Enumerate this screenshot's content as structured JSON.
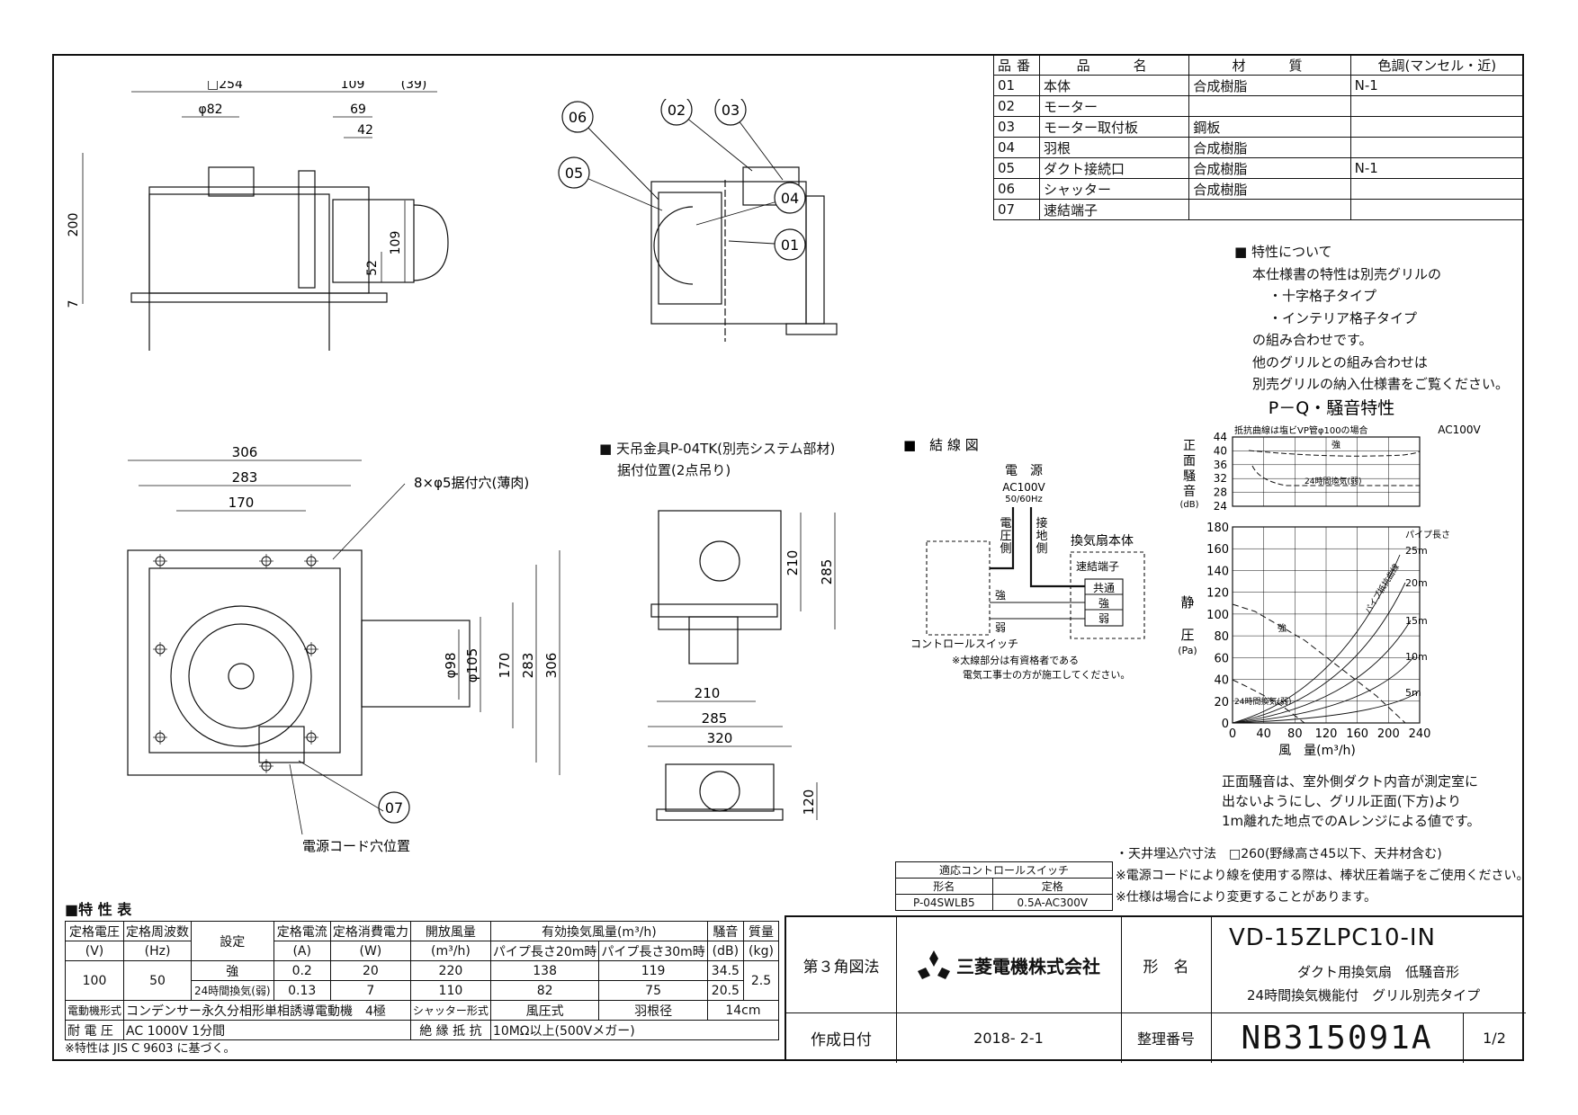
{
  "parts_table": {
    "headers": [
      "品番",
      "品　　名",
      "材　　質",
      "色調(マンセル・近)"
    ],
    "rows": [
      [
        "01",
        "本体",
        "合成樹脂",
        "N-1"
      ],
      [
        "02",
        "モーター",
        "",
        ""
      ],
      [
        "03",
        "モーター取付板",
        "鋼板",
        ""
      ],
      [
        "04",
        "羽根",
        "合成樹脂",
        ""
      ],
      [
        "05",
        "ダクト接続口",
        "合成樹脂",
        "N-1"
      ],
      [
        "06",
        "シャッター",
        "合成樹脂",
        ""
      ],
      [
        "07",
        "速結端子",
        "",
        ""
      ]
    ]
  },
  "characteristics_note": {
    "title": "■ 特性について",
    "lines": [
      "本仕様書の特性は別売グリルの",
      "・十字格子タイプ",
      "・インテリア格子タイプ",
      "の組み合わせです。",
      "他のグリルとの組み合わせは",
      "別売グリルの納入仕様書をご覧ください。"
    ]
  },
  "pq_chart": {
    "title": "P－Q・騒音特性",
    "subtitle": "抵抗曲線は塩ビVP管φ100の場合",
    "power": "AC100V",
    "noise_ylabel": [
      "正",
      "面",
      "騒",
      "音",
      "(dB)"
    ],
    "noise_ticks": [
      "44",
      "40",
      "36",
      "32",
      "28",
      "24"
    ],
    "pressure_ylabel": [
      "静",
      "圧",
      "(Pa)"
    ],
    "pressure_ticks": [
      "180",
      "160",
      "140",
      "120",
      "100",
      "80",
      "60",
      "40",
      "20",
      "0"
    ],
    "x_ticks": [
      "0",
      "40",
      "80",
      "120",
      "160",
      "200",
      "240"
    ],
    "xlabel": "風　量(m³/h)",
    "label_strong": "強",
    "label_24h": "24時間換気(弱)",
    "pipe_label": "パイプ長さ",
    "pipe_lengths": [
      "25m",
      "20m",
      "15m",
      "10m",
      "5m"
    ],
    "resistance_label": "パイプ抵抗曲線"
  },
  "noise_note": [
    "正面騒音は、室外側ダクト内音が測定室に",
    "出ないようにし、グリル正面(下方)より",
    "1m離れた地点でのAレンジによる値です。"
  ],
  "drawing_labels": {
    "top_view_dims": [
      "□254",
      "109",
      "(39)",
      "φ82",
      "69",
      "42",
      "200",
      "109",
      "52",
      "7"
    ],
    "part_callouts": [
      "06",
      "02",
      "03",
      "05",
      "04",
      "01",
      "07"
    ],
    "plan_dims": [
      "306",
      "283",
      "170",
      "φ98",
      "φ105",
      "170",
      "283",
      "306"
    ],
    "mount_holes": "8×φ5据付穴(薄肉)",
    "cord_hole": "電源コード穴位置",
    "bracket_title": "■ 天吊金具P-04TK(別売システム部材)",
    "bracket_sub": "据付位置(2点吊り)",
    "bracket_dims": [
      "210",
      "285",
      "210",
      "285",
      "320",
      "120"
    ],
    "wiring_title": "■　結 線 図",
    "wiring_power": "電　源",
    "wiring_voltage": "AC100V",
    "wiring_freq": "50/60Hz",
    "wiring_side1": [
      "電",
      "圧",
      "側"
    ],
    "wiring_side2": [
      "接",
      "地",
      "側"
    ],
    "wiring_body": "換気扇本体",
    "wiring_terminal": "速結端子",
    "wiring_terms": [
      "共通",
      "強",
      "弱"
    ],
    "wiring_strong": "強",
    "wiring_weak": "弱",
    "wiring_switch": "コントロールスイッチ",
    "wiring_note1": "※太線部分は有資格者である",
    "wiring_note2": "電気工事士の方が施工してください。"
  },
  "install_notes": [
    "・天井埋込穴寸法　□260(野縁高さ45以下、天井材含む)",
    "※電源コードにより線を使用する際は、棒状圧着端子をご使用ください。",
    "※仕様は場合により変更することがあります。"
  ],
  "control_switch": {
    "title": "適応コントロールスイッチ",
    "col_model": "形名",
    "col_rating": "定格",
    "model": "P-04SWLB5",
    "rating": "0.5A-AC300V"
  },
  "perf_table": {
    "title": "■特 性 表",
    "h_voltage": "定格電圧",
    "h_voltage_u": "(V)",
    "h_freq": "定格周波数",
    "h_freq_u": "(Hz)",
    "h_setting": "設定",
    "h_current": "定格電流",
    "h_current_u": "(A)",
    "h_power": "定格消費電力",
    "h_power_u": "(W)",
    "h_open": "開放風量",
    "h_open_u": "(m³/h)",
    "h_eff": "有効換気風量(m³/h)",
    "h_eff20": "パイプ長さ20m時",
    "h_eff30": "パイプ長さ30m時",
    "h_noise": "騒音",
    "h_noise_u": "(dB)",
    "h_mass": "質量",
    "h_mass_u": "(kg)",
    "voltage": "100",
    "freq": "50",
    "rows": [
      {
        "setting": "強",
        "current": "0.2",
        "power": "20",
        "open": "220",
        "eff20": "138",
        "eff30": "119",
        "noise": "34.5"
      },
      {
        "setting": "24時間換気(弱)",
        "current": "0.13",
        "power": "7",
        "open": "110",
        "eff20": "82",
        "eff30": "75",
        "noise": "20.5"
      }
    ],
    "mass": "2.5",
    "motor_label": "電動機形式",
    "motor_value": "コンデンサー永久分相形単相誘導電動機　4極",
    "shutter_label": "シャッター形式",
    "shutter_value": "風圧式",
    "blade_label": "羽根径",
    "blade_value": "14cm",
    "withstand_label": "耐 電 圧",
    "withstand_value": "AC 1000V 1分間",
    "insulation_label": "絶 縁 抵 抗",
    "insulation_value": "10MΩ以上(500Vメガー)",
    "footnote": "※特性は JIS C 9603 に基づく。"
  },
  "title_block": {
    "projection": "第３角図法",
    "company": "三菱電機株式会社",
    "model_label": "形　名",
    "model": "VD-15ZLPC10-IN",
    "desc1": "ダクト用換気扇　低騒音形",
    "desc2": "24時間換気機能付　グリル別売タイプ",
    "date_label": "作成日付",
    "date": "2018- 2-1",
    "number_label": "整理番号",
    "number": "NB315091A",
    "page": "1/2"
  }
}
